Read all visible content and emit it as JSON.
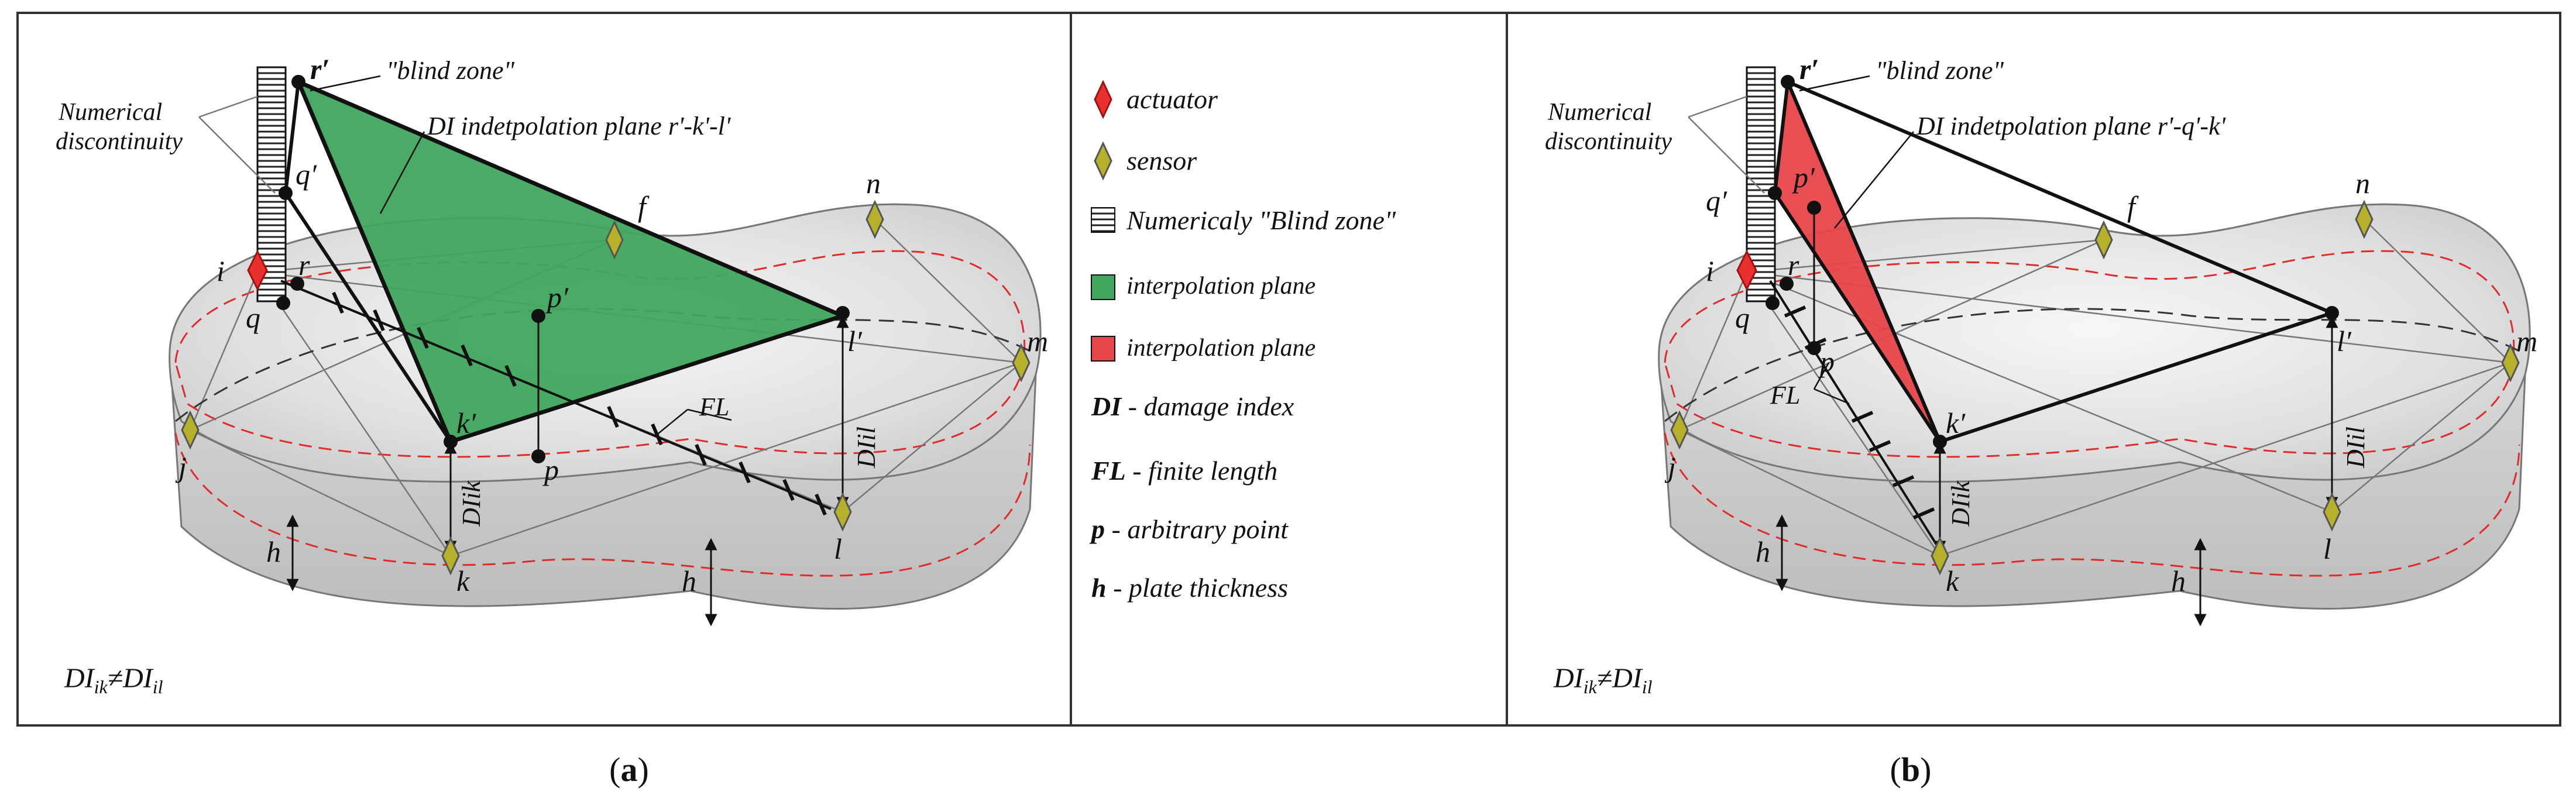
{
  "panel_a": {
    "labels": {
      "blind_zone": "\"blind zone\"",
      "numerical_1": "Numerical",
      "numerical_2": "discontinuity",
      "plane_label": "DI indetpolation plane r'-k'-l'",
      "r_prime": "r′",
      "q_prime": "q′",
      "r": "r",
      "q": "q",
      "i": "i",
      "f": "f",
      "n": "n",
      "m": "m",
      "j": "j",
      "k": "k",
      "l": "l",
      "k_prime": "k′",
      "l_prime": "l′",
      "p_prime": "p′",
      "p": "p",
      "FL": "FL",
      "DIik": "DIik",
      "DIil": "DIil",
      "h1": "h",
      "h2": "h"
    },
    "formula": {
      "a": "DI",
      "a_sub": "ik",
      "neq": "≠",
      "b": "DI",
      "b_sub": "il"
    },
    "caption": {
      "open": "(",
      "letter": "a",
      "close": ")"
    }
  },
  "legend": {
    "actuator": "actuator",
    "sensor": "sensor",
    "blind_zone": "Numericaly \"Blind zone\"",
    "green_plane": "interpolation plane",
    "red_plane": "interpolation plane",
    "di_key": "DI",
    "di_text": "- damage index",
    "fl_key": "FL",
    "fl_text": "- finite length",
    "p_key": "p",
    "p_text": "- arbitrary point",
    "h_key": "h",
    "h_text": "- plate thickness"
  },
  "panel_b": {
    "labels": {
      "blind_zone": "\"blind zone\"",
      "numerical_1": "Numerical",
      "numerical_2": "discontinuity",
      "plane_label": "DI indetpolation plane r'-q'-k'",
      "r_prime": "r′",
      "q_prime": "q′",
      "p_prime": "p′",
      "r": "r",
      "q": "q",
      "i": "i",
      "p": "p",
      "f": "f",
      "n": "n",
      "m": "m",
      "j": "j",
      "k": "k",
      "l": "l",
      "k_prime": "k′",
      "l_prime": "l′",
      "FL": "FL",
      "DIik": "DIik",
      "DIil": "DIil",
      "h1": "h",
      "h2": "h"
    },
    "formula": {
      "a": "DI",
      "a_sub": "ik",
      "neq": "≠",
      "b": "DI",
      "b_sub": "il"
    },
    "caption": {
      "open": "(",
      "letter": "b",
      "close": ")"
    }
  },
  "colors": {
    "actuator": "#e8302f",
    "sensor": "#b6b02a",
    "green_plane": "#3fa75e",
    "red_plane": "#e8454a",
    "plate": "#dcdcdc",
    "dashed_circle": "#e02b2b"
  }
}
